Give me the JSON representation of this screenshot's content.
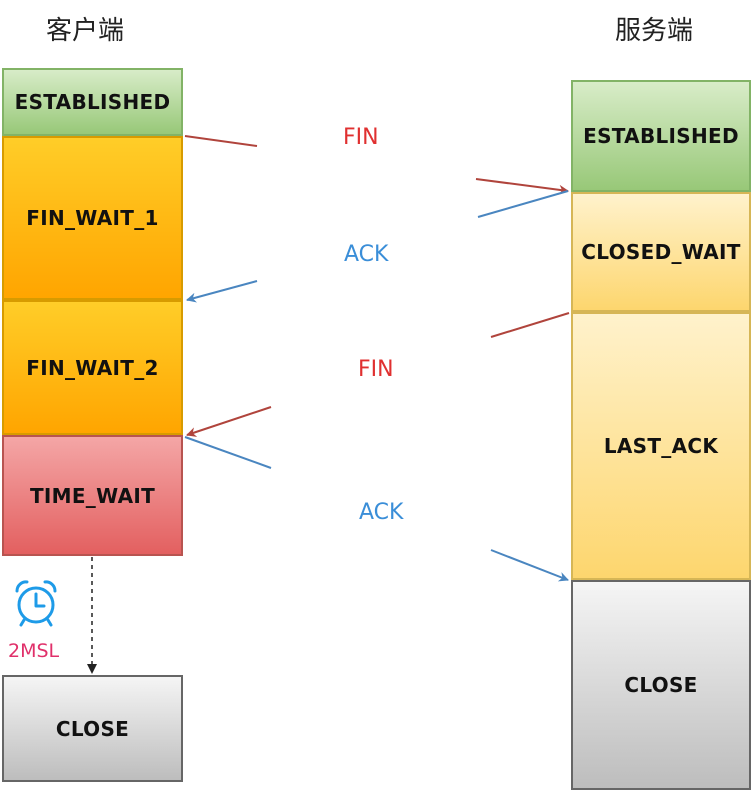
{
  "headings": {
    "client": "客户端",
    "server": "服务端"
  },
  "client_states": [
    "ESTABLISHED",
    "FIN_WAIT_1",
    "FIN_WAIT_2",
    "TIME_WAIT"
  ],
  "client_final": "CLOSE",
  "server_states": [
    "ESTABLISHED",
    "CLOSED_WAIT",
    "LAST_ACK",
    "CLOSE"
  ],
  "messages": [
    "FIN",
    "ACK",
    "FIN",
    "ACK"
  ],
  "timer": {
    "label": "2MSL",
    "icon": "alarm-clock-icon"
  },
  "colors": {
    "fin": "#e03030",
    "ack": "#3a8ed8",
    "fin_arrow": "#b0443c",
    "ack_arrow": "#4a86c0",
    "established": "#98c878",
    "fin_wait": "#ffa500",
    "time_wait": "#e36060",
    "close_wait": "#fdd66e",
    "close": "#bdbdbd"
  }
}
